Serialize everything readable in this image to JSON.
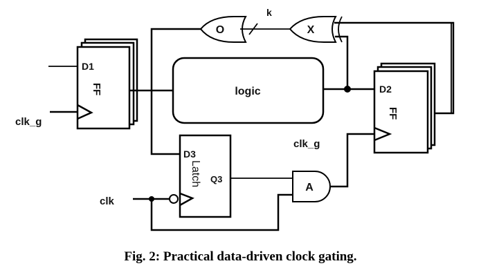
{
  "figure": {
    "caption": "Fig. 2: Practical data-driven clock gating.",
    "colors": {
      "stroke": "#000000",
      "background": "#ffffff"
    }
  },
  "blocks": {
    "ff1": {
      "type": "flip-flop",
      "name": "FF",
      "input": "D1",
      "clock_label": "clk_g"
    },
    "ff2": {
      "type": "flip-flop",
      "name": "FF",
      "input": "D2",
      "clock_label": "clk_g"
    },
    "logic": {
      "type": "combinational",
      "name": "logic"
    },
    "latch": {
      "type": "latch",
      "name": "Latch",
      "input": "D3",
      "output": "Q3",
      "clock_label": "clk"
    },
    "or_gate": {
      "type": "OR",
      "name": "O"
    },
    "xor_gate": {
      "type": "XOR",
      "name": "X",
      "bus_width_label": "k"
    },
    "and_gate": {
      "type": "AND",
      "name": "A"
    }
  },
  "connections": [
    {
      "from": "ff1.Q",
      "to": "logic.in"
    },
    {
      "from": "logic.out",
      "to": "ff2.D2"
    },
    {
      "from": "logic.out",
      "to": "xor_gate.in"
    },
    {
      "from": "ff2.Q",
      "to": "xor_gate.in"
    },
    {
      "from": "xor_gate.out",
      "to": "or_gate.in",
      "bus": "k"
    },
    {
      "from": "or_gate.out",
      "to": "latch.D3"
    },
    {
      "from": "clk",
      "to": "latch.clk_inverted"
    },
    {
      "from": "clk",
      "to": "and_gate.in"
    },
    {
      "from": "latch.Q3",
      "to": "and_gate.in"
    },
    {
      "from": "and_gate.out",
      "to": "ff2.clk"
    }
  ]
}
